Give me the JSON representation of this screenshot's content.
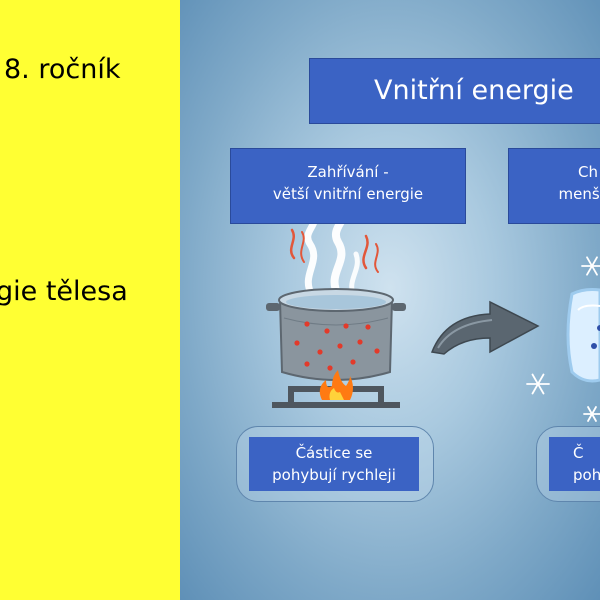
{
  "left": {
    "grade": "8. ročník",
    "topic": "gie tělesa"
  },
  "slide": {
    "title": "Vnitřní energie",
    "heating": {
      "line1": "Zahřívání -",
      "line2": "větší vnitřní energie"
    },
    "cooling": {
      "line1": "Ch",
      "line2": "menší v"
    },
    "heating_particles": {
      "line1": "Částice se",
      "line2": "pohybují rychleji"
    },
    "cooling_particles": {
      "line1": "Č",
      "line2": "pohy"
    }
  },
  "colors": {
    "left_background": "#ffff33",
    "box_fill": "#3b63c4",
    "particle": "#e23a2a",
    "flame": "#ff7a12"
  },
  "icons": [
    "cooking-pot-icon",
    "steam-icon",
    "stove-burner-icon",
    "flame-icon",
    "curved-arrow-icon",
    "ice-cube-icon",
    "snowflake-icon"
  ]
}
